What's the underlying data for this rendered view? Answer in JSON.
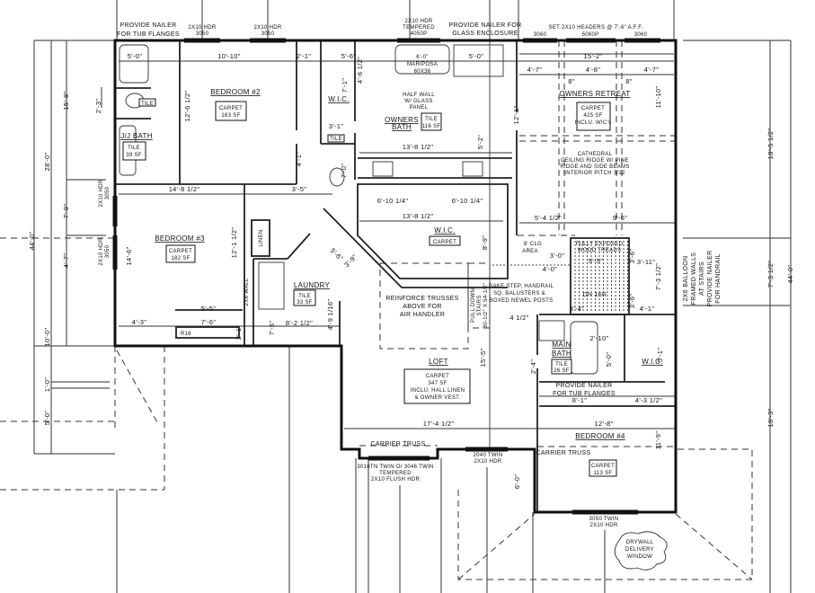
{
  "notes": {
    "nailer_tub_1": "PROVIDE NAILER",
    "nailer_tub_2": "FOR TUB FLANGES",
    "hdr_a_1": "2X10 HDR",
    "hdr_a_2": "3050",
    "hdr_b_1": "2X10 HDR",
    "hdr_b_2": "3050",
    "hdr_c_1": "2X10 HDR",
    "hdr_c_2": "TEMPERED",
    "hdr_c_3": "4050P",
    "glass_1": "PROVIDE NAILER FOR",
    "glass_2": "GLASS ENCLOSURE",
    "set_headers": "SET 2X10 HEADERS @ 7'-6\" A.F.F.",
    "win_3060_a": "3060",
    "win_5060p": "5060P",
    "win_3060_b": "3060",
    "tub_size": "6'-0\"",
    "tub_name": "MARIPOSA",
    "tub_dim": "60X36",
    "half_wall_1": "HALF WALL",
    "half_wall_2": "W/ GLASS",
    "half_wall_3": "PANEL",
    "cathedral_1": "CATHEDRAL",
    "cathedral_2": "CEILING RIDGE W/ PINE",
    "cathedral_3": "RIDGE AND SIDE BEAMS",
    "cathedral_4": "INTERIOR PITCH 3/12",
    "trusses_1": "REINFORCE TRUSSES",
    "trusses_2": "ABOVE FOR",
    "trusses_3": "AIR HANDLER",
    "pulldown_1": "PULL DOWN",
    "pulldown_2": "STAIRS",
    "pulldown_3": "30-1/2\" X 54-1/2\"",
    "rake_1": "RAKE STEP, HANDRAIL",
    "rake_2": "SQ. BALUSTERS &",
    "rake_3": "BOXED NEWEL POSTS",
    "clg_1": "8' CLG",
    "clg_2": "AREA",
    "treads_1": "FULLY EXPOSED",
    "treads_2": "WOOD TREADS",
    "dn": "DN 16R",
    "nailer2_1": "PROVIDE NAILER",
    "nailer2_2": "FOR TUB FLANGES",
    "carrier_1": "CARRIER TRUSS",
    "carrier_2": "CARRIER TRUSS",
    "twin_1": "3016TN TWIN O/ 3046 TWIN",
    "twin_2": "TEMPERED",
    "twin_3": "2X10 FLUSH HDR",
    "w2040_1": "2040 TWIN",
    "w2040_2": "2X10 HDR",
    "w3050_1": "3050 TWIN",
    "w3050_2": "2X10 HDR",
    "drywall_1": "DRYWALL",
    "drywall_2": "DELIVERY",
    "drywall_3": "WINDOW",
    "balloon_1": "2X6 BALLOON",
    "balloon_2": "FRAMED WALLS",
    "balloon_3": "AT STAIRS",
    "balloon_4": "PROVIDE NAILER",
    "balloon_5": "FOR HANDRAIL",
    "left_hdr_1a": "2X10 HDR",
    "left_hdr_1b": "3050",
    "left_hdr_2a": "2X10 HDR",
    "left_hdr_2b": "3050",
    "wall_2x6": "2X6 WALL",
    "r16": "R16"
  },
  "rooms": {
    "bedroom2": {
      "name": "BEDROOM #2",
      "floor": "CARPET",
      "area": "163 SF"
    },
    "jj_bath": {
      "name": "J/J BATH",
      "floor": "TILE",
      "area": "39 SF"
    },
    "jj_toilet_tile": {
      "floor": "TILE"
    },
    "wic_owner": {
      "name": "W.I.C."
    },
    "owners_bath": {
      "name_1": "OWNERS",
      "name_2": "BATH",
      "floor": "TILE",
      "area": "116 SF"
    },
    "toilet_tile": {
      "floor": "TILE"
    },
    "owners_retreat": {
      "name": "OWNERS RETREAT",
      "floor": "CARPET",
      "area": "425 SF",
      "note": "INCLU. WIC's"
    },
    "bedroom3": {
      "name": "BEDROOM #3",
      "floor": "CARPET",
      "area": "182 SF"
    },
    "linen": {
      "name": "LINEN"
    },
    "laundry": {
      "name": "LAUNDRY",
      "floor": "TILE",
      "area": "33 SF"
    },
    "wic_main": {
      "name": "W.I.C.",
      "floor": "CARPET"
    },
    "main_bath": {
      "name_1": "MAIN",
      "name_2": "BATH",
      "floor": "TILE",
      "area": "26 SF"
    },
    "wic_bed4": {
      "name": "W.I.C."
    },
    "loft": {
      "name": "LOFT",
      "floor": "CARPET",
      "area": "347 SF",
      "note_1": "INCLU. HALL LINEN",
      "note_2": "& OWNER VEST."
    },
    "bedroom4": {
      "name": "BEDROOM #4",
      "floor": "CARPET",
      "area": "113 SF"
    }
  },
  "dimensions": {
    "top_5_0": "5'-0\"",
    "top_10_10": "10'-10\"",
    "top_2_1": "2'-1\"",
    "top_5_6": "5'-6\"",
    "top_5_0b": "5'-0\"",
    "top_15_2": "15'-2\"",
    "top_4_7a": "4'-7\"",
    "top_4_8": "4'-8\"",
    "top_4_7b": "4'-7\"",
    "eight_a": "8\"",
    "eight_b": "8\"",
    "or_11_10": "11'-10\"",
    "or_12_1": "12'-1\"",
    "b2_12_6": "12'-6 1/2\"",
    "wic_7_1": "7'-1\"",
    "wic_4_6": "4'-6 1/2\"",
    "ob_13_8": "13'-8 1/2\"",
    "ob_5_2": "5'-2\"",
    "ob_3_1": "3'-1\"",
    "ob_7_0": "7'-0\"",
    "ob_4_1": "4'-1\"",
    "b3_14_8": "14'-8 1/2\"",
    "b3_3_5": "3'-5\"",
    "wic_6_10a": "6'-10 1/4\"",
    "wic_6_10b": "6'-10 1/4\"",
    "wic_13_8": "13'-8 1/2\"",
    "wic_8_9": "8'-9\"",
    "b3_14_6": "14'-6\"",
    "b3_12_1": "12'-1 1/2\"",
    "b3_4_3": "4'-3\"",
    "b3_7_6": "7'-6\"",
    "b3_5_5": "5'-5\"",
    "b3_2_1": "2'-1\"",
    "lau_8_2": "8'-2 1/2\"",
    "lau_4_9": "4'-9 1/16\"",
    "lau_7_5": "7'-5\"",
    "hall_5_6": "5'-6\"",
    "hall_3_9": "3'-9\"",
    "loft_17_4": "17'-4 1/2\"",
    "loft_15_5": "15'-5\"",
    "b4_12_8": "12'-8\"",
    "b4_6_0": "6'-0\"",
    "b4_11_9": "11'-9\"",
    "st_5_4": "5'-4 1/2\"",
    "st_9_6": "9'-6\"",
    "st_3_0": "3'-0\"",
    "st_4_0": "4'-0\"",
    "st_5_5": "5'-5\"",
    "st_3_11": "3'-11\"",
    "st_7_3": "7'-3 1/2\"",
    "st_8_4": "8'-4\"",
    "st_4_1": "4'-1\"",
    "st_3_6a": "3'-6\"",
    "st_3_6b": "3'-6\"",
    "st_4_5": "4 1/2\"",
    "mb_2_10": "2'-10\"",
    "mb_5_0": "5'-0\"",
    "mb_5_1": "5'-1\"",
    "mb_8_1": "8'-1\"",
    "mb_4_3": "4'-3 1/2\"",
    "mb_2_4": "2'-4\"",
    "l_15_8": "15'-8\"",
    "l_28_0": "28'-0\"",
    "l_7_9": "7'-9\"",
    "l_4_7": "4'-7\"",
    "l_44_0": "44'-0\"",
    "l_10_0": "10'-0\"",
    "l_1_0": "1'-0\"",
    "l_5_0": "5'-0\"",
    "l_2_3": "2'-3\"",
    "r_18_5": "18'-5 1/2\"",
    "r_7_3": "7'-3 1/2\"",
    "r_44_0": "44'-0\"",
    "r_18_3": "18'-3\""
  }
}
